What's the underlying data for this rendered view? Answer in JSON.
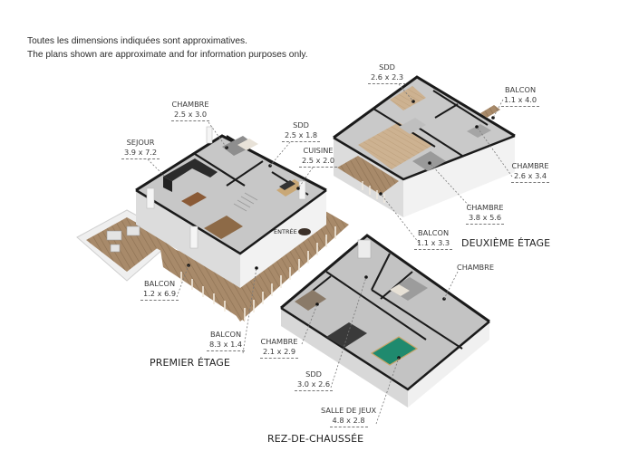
{
  "disclaimer": {
    "line_fr": "Toutes les dimensions indiquées sont approximatives.",
    "line_en": "The plans shown are approximate and for information purposes only."
  },
  "floors": {
    "premier": {
      "title": "PREMIER ÉTAGE",
      "rooms": [
        {
          "name": "CHAMBRE",
          "dim": "2.5 x 3.0"
        },
        {
          "name": "SEJOUR",
          "dim": "3.9 x 7.2"
        },
        {
          "name": "SDD",
          "dim": "2.5 x 1.8"
        },
        {
          "name": "CUISINE",
          "dim": "2.5 x 2.0"
        },
        {
          "name": "BALCON",
          "dim": "1.2 x 6.9"
        },
        {
          "name": "BALCON",
          "dim": "8.3 x 1.4"
        }
      ],
      "entrance_label": "ENTRÉE"
    },
    "deuxieme": {
      "title": "DEUXIÈME ÉTAGE",
      "rooms": [
        {
          "name": "SDD",
          "dim": "2.6 x 2.3"
        },
        {
          "name": "BALCON",
          "dim": "1.1 x 4.0"
        },
        {
          "name": "CHAMBRE",
          "dim": "2.6 x 3.4"
        },
        {
          "name": "CHAMBRE",
          "dim": "3.8 x 5.6"
        },
        {
          "name": "BALCON",
          "dim": "1.1 x 3.3"
        }
      ]
    },
    "rdc": {
      "title": "REZ-DE-CHAUSSÉE",
      "rooms": [
        {
          "name": "CHAMBRE",
          "dim": ""
        },
        {
          "name": "CHAMBRE",
          "dim": "2.1 x 2.9"
        },
        {
          "name": "SDD",
          "dim": "3.0 x 2.6"
        },
        {
          "name": "SALLE DE JEUX",
          "dim": "4.8 x 2.8"
        }
      ]
    }
  },
  "colors": {
    "wall_top": "#1a1a1a",
    "wall_side": "#e8e8e8",
    "floor_grey": "#bdbdbd",
    "wood_deck": "#a88a6a",
    "wood_floor": "#c9ad88",
    "sofa": "#2b2b2b",
    "pool_table": "#1f8a6e"
  }
}
